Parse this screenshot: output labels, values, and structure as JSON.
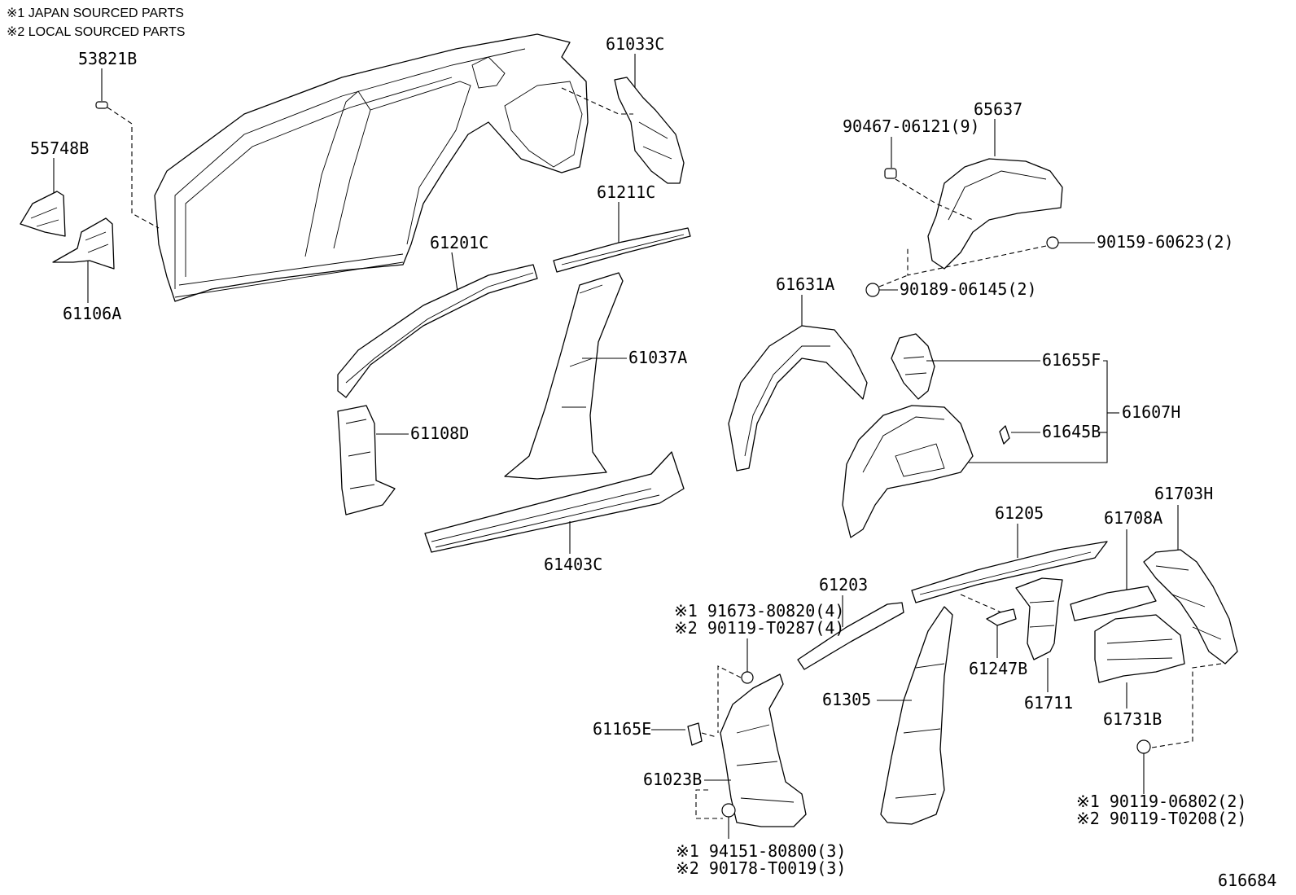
{
  "notes": {
    "japan": "※1 JAPAN SOURCED PARTS",
    "local": "※2 LOCAL SOURCED PARTS"
  },
  "labels": {
    "p53821B": "53821B",
    "p55748B": "55748B",
    "p61106A": "61106A",
    "p61033C": "61033C",
    "p61211C": "61211C",
    "p61201C": "61201C",
    "p61037A": "61037A",
    "p61108D": "61108D",
    "p61403C": "61403C",
    "p65637": "65637",
    "f90467": "90467-06121(9)",
    "f90159": "90159-60623(2)",
    "f90189": "90189-06145(2)",
    "p61631A": "61631A",
    "p61655F": "61655F",
    "p61607H": "61607H",
    "p61645B": "61645B",
    "p61205": "61205",
    "p61708A": "61708A",
    "p61703H": "61703H",
    "p61203": "61203",
    "f91673": "※1 91673-80820(4)",
    "f90119a": "※2 90119-T0287(4)",
    "p61247B": "61247B",
    "p61711": "61711",
    "p61731B": "61731B",
    "p61305": "61305",
    "p61165E": "61165E",
    "p61023B": "61023B",
    "f90119b": "※1 90119-06802(2)",
    "f90119c": "※2 90119-T0208(2)",
    "f94151": "※1 94151-80800(3)",
    "f90178": "※2 90178-T0019(3)",
    "figure_no": "616684"
  }
}
